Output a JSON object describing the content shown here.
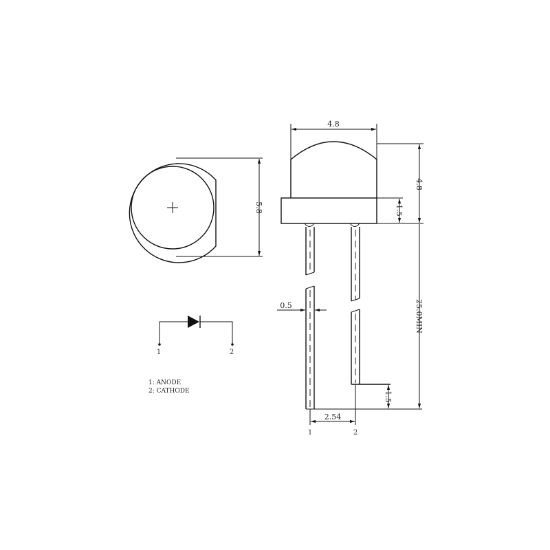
{
  "drawing": {
    "front_view": {
      "height_dim": "5.8"
    },
    "side_view": {
      "dome_width_dim": "4.8",
      "total_height_dim": "4.8",
      "flange_height_dim": "1.5",
      "lead_length_dim": "25.0MIN",
      "lead_width_dim": "0.5",
      "lead_pitch_dim": "2.54",
      "lead_offset_dim": "1.5",
      "pin1_label": "1",
      "pin2_label": "2"
    },
    "schematic": {
      "pin1_label": "1",
      "pin2_label": "2",
      "symbol": "diode"
    },
    "legend": {
      "items": [
        {
          "text": "1: ANODE"
        },
        {
          "text": "2: CATHODE"
        }
      ]
    }
  }
}
